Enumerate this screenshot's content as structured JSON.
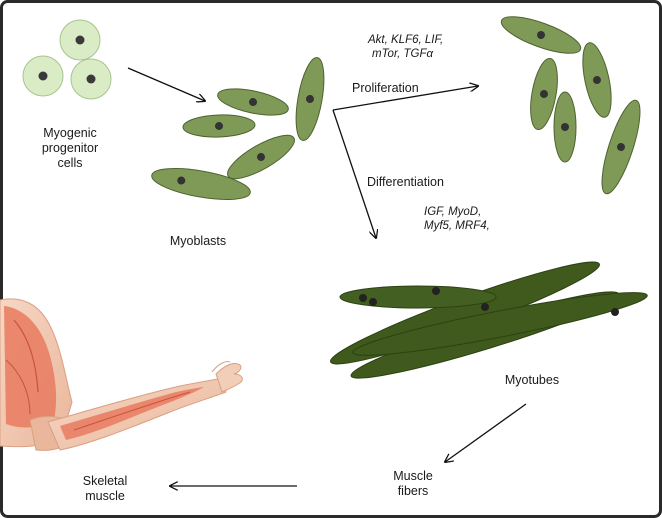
{
  "labels": {
    "progenitor": [
      "Myogenic",
      "progenitor",
      "cells"
    ],
    "myoblasts": "Myoblasts",
    "proliferation": "Proliferation",
    "differentiation": "Differentiation",
    "myotubes": "Myotubes",
    "muscle_fibers": [
      "Muscle",
      "fibers"
    ],
    "skeletal_muscle": [
      "Skeletal",
      "muscle"
    ]
  },
  "factors": {
    "proliferation": [
      "Akt, KLF6, LIF,",
      "mTor, TGFα"
    ],
    "differentiation": [
      "IGF, MyoD,",
      "Myf5, MRF4,"
    ]
  },
  "colors": {
    "border": "#2a2a2a",
    "progenitor_fill": "#d9ecc6",
    "progenitor_stroke": "#a9c48f",
    "myoblast_fill": "#7f9a57",
    "myoblast_stroke": "#4d6330",
    "myotube_fill": "#3f5a1c",
    "myotube_stroke": "#2c4212",
    "nucleus": "#333333",
    "arrow": "#111111",
    "muscle_red": "#e77a5f",
    "skin": "#f2cdb8"
  },
  "icons": {
    "arm": "skeletal-muscle-arm-icon"
  }
}
